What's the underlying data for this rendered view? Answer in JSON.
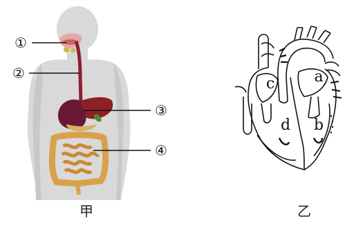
{
  "figure_left": {
    "caption": "甲",
    "labels": [
      {
        "id": "label-1",
        "text": "①"
      },
      {
        "id": "label-2",
        "text": "②"
      },
      {
        "id": "label-3",
        "text": "③"
      },
      {
        "id": "label-4",
        "text": "④"
      }
    ]
  },
  "figure_right": {
    "caption": "乙",
    "chambers": [
      {
        "id": "chamber-a",
        "text": "a"
      },
      {
        "id": "chamber-b",
        "text": "b"
      },
      {
        "id": "chamber-c",
        "text": "c"
      },
      {
        "id": "chamber-d",
        "text": "d"
      }
    ]
  },
  "colors": {
    "body": "#d9d9d9",
    "body_shadow": "#c2c2c2",
    "esophagus": "#8c1f2f",
    "stomach": "#6b1834",
    "liver": "#8e1f22",
    "intestine": "#d9a14a",
    "line": "#111111"
  }
}
